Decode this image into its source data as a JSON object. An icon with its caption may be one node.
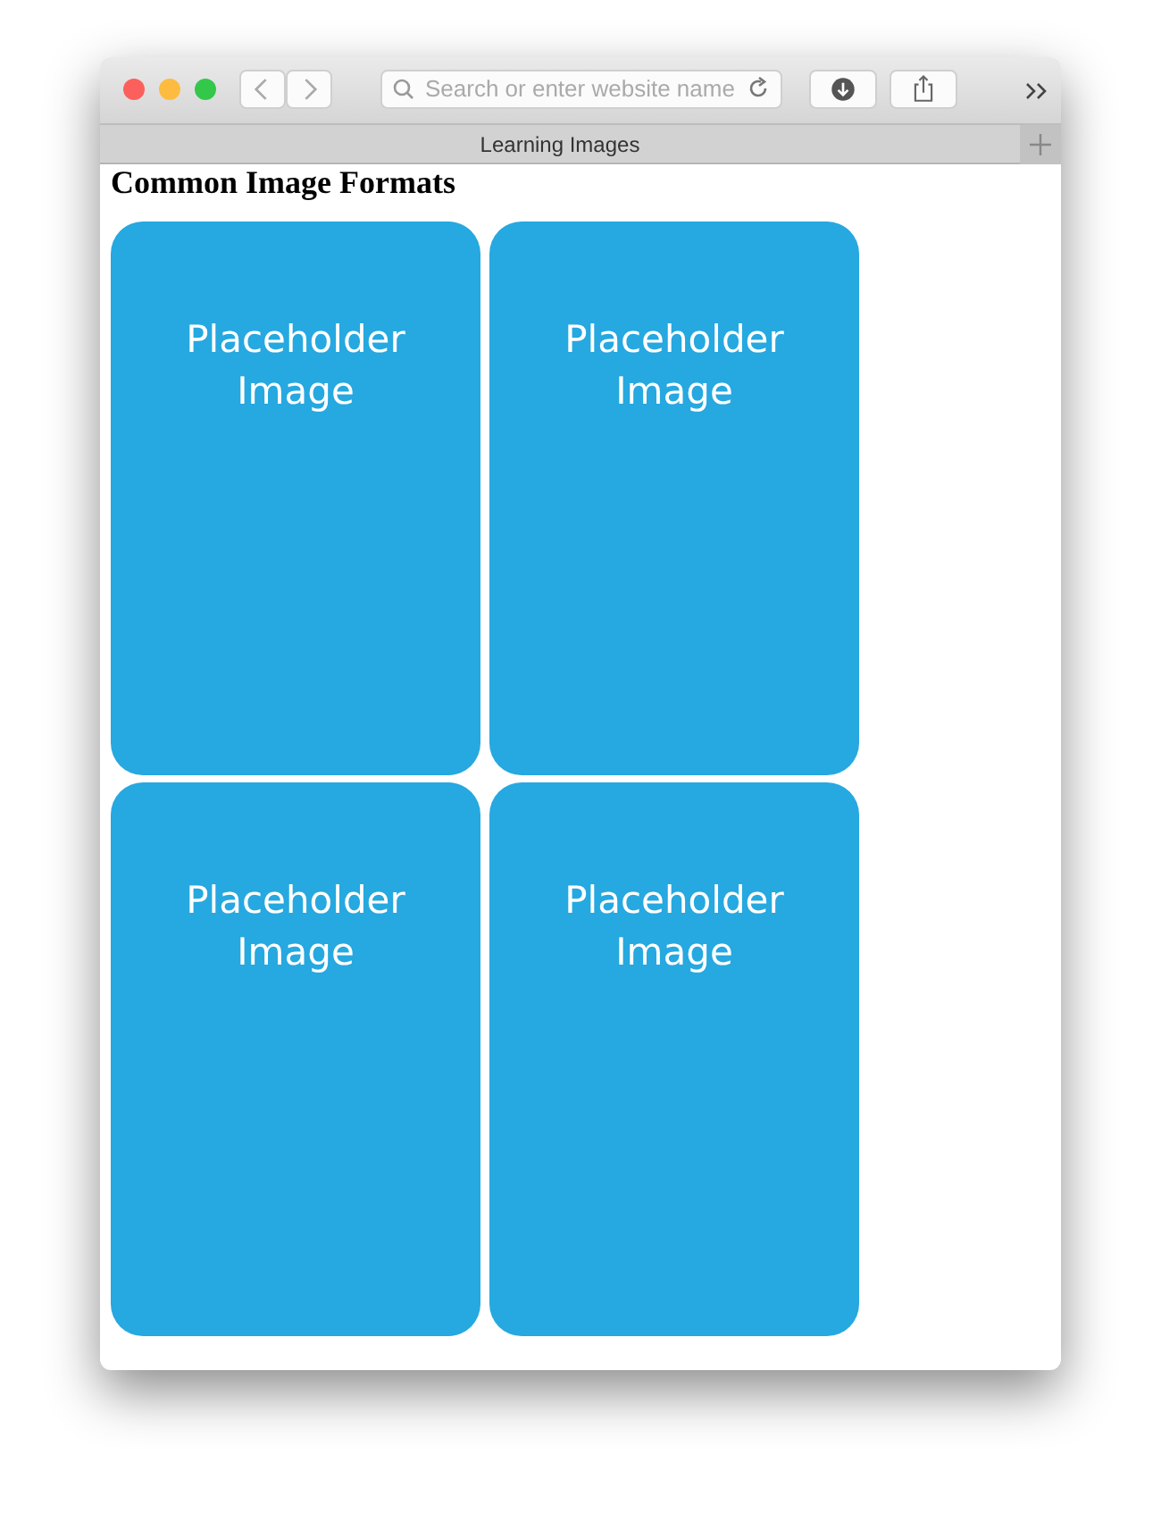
{
  "diagram": {
    "title": "Common Image Formats",
    "nodes": [
      {
        "text": [
          "Placeholder Image"
        ]
      },
      {
        "text": [
          "Placeholder Image"
        ]
      },
      {
        "text": [
          "Placeholder Image"
        ]
      },
      {
        "text": [
          "Placeholder Image"
        ]
      }
    ],
    "edges": [],
    "labels": [
      "Search or enter website name",
      "Learning Images"
    ]
  }
}
